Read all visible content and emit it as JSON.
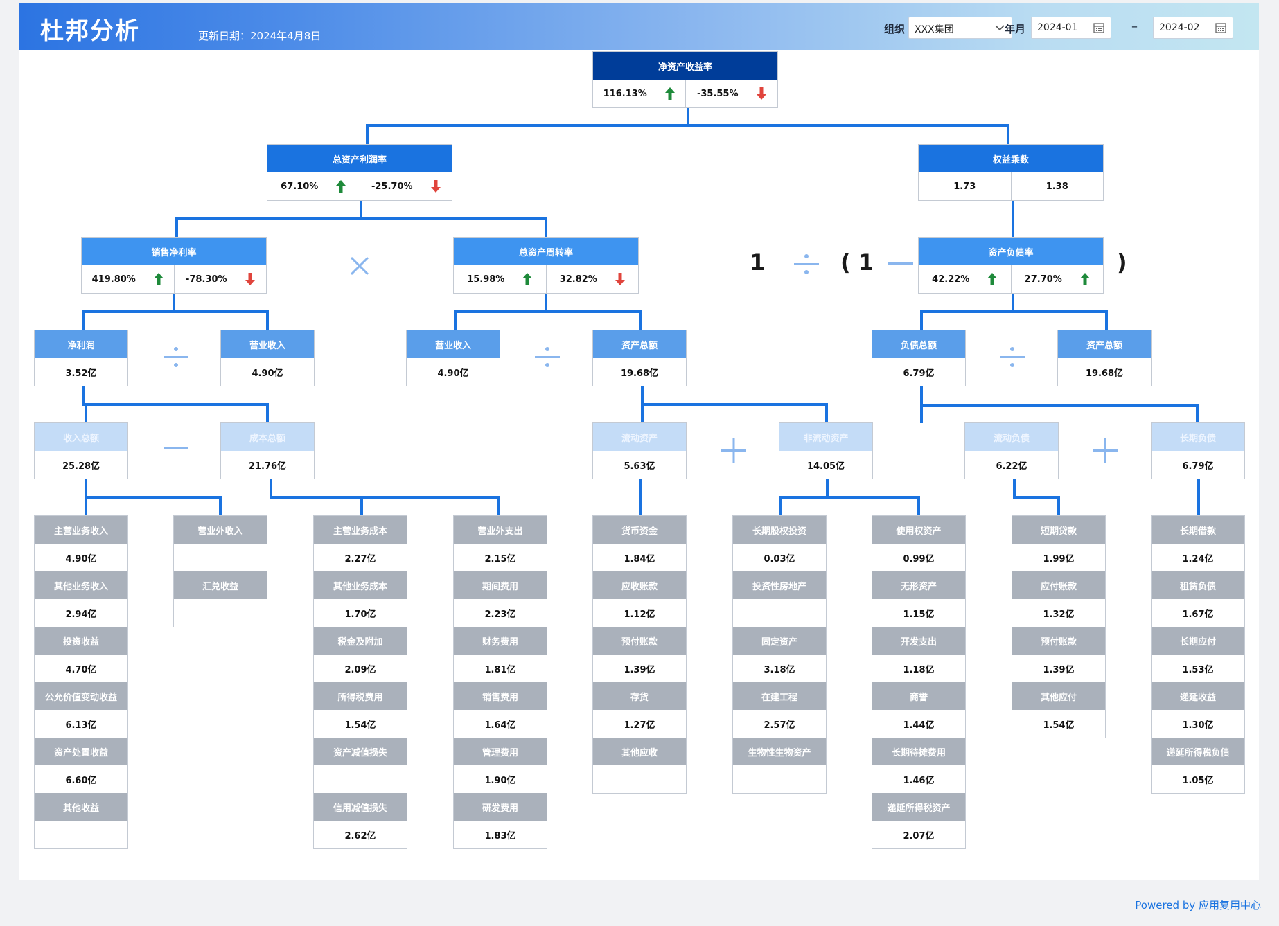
{
  "header": {
    "title": "杜邦分析",
    "update_date": "更新日期：2024年4月8日",
    "org_label": "组织",
    "org_value": "XXX集团",
    "period_label": "年月",
    "start_date": "2024-01",
    "end_date": "2024-02",
    "range_sep": "–"
  },
  "roe": {
    "title": "净资产收益率",
    "v1": "116.13%",
    "v1_dir": "up",
    "v2": "-35.55%",
    "v2_dir": "down"
  },
  "roa": {
    "title": "总资产利润率",
    "v1": "67.10%",
    "v1_dir": "up",
    "v2": "-25.70%",
    "v2_dir": "down"
  },
  "equity_multiplier": {
    "title": "权益乘数",
    "v1": "1.73",
    "v2": "1.38"
  },
  "net_margin": {
    "title": "销售净利率",
    "v1": "419.80%",
    "v1_dir": "up",
    "v2": "-78.30%",
    "v2_dir": "down"
  },
  "asset_turnover": {
    "title": "总资产周转率",
    "v1": "15.98%",
    "v1_dir": "up",
    "v2": "32.82%",
    "v2_dir": "down"
  },
  "debt_ratio": {
    "title": "资产负债率",
    "v1": "42.22%",
    "v1_dir": "up",
    "v2": "27.70%",
    "v2_dir": "up"
  },
  "formula": {
    "one": "1",
    "open": "( 1",
    "close": ")"
  },
  "net_profit": {
    "title": "净利润",
    "value": "3.52亿"
  },
  "revenue_a": {
    "title": "营业收入",
    "value": "4.90亿"
  },
  "revenue_b": {
    "title": "营业收入",
    "value": "4.90亿"
  },
  "total_assets_a": {
    "title": "资产总额",
    "value": "19.68亿"
  },
  "total_liab": {
    "title": "负债总额",
    "value": "6.79亿"
  },
  "total_assets_b": {
    "title": "资产总额",
    "value": "19.68亿"
  },
  "total_income": {
    "title": "收入总额",
    "value": "25.28亿"
  },
  "total_cost": {
    "title": "成本总额",
    "value": "21.76亿"
  },
  "current_assets": {
    "title": "流动资产",
    "value": "5.63亿"
  },
  "noncurrent_assets": {
    "title": "非流动资产",
    "value": "14.05亿"
  },
  "current_liab": {
    "title": "流动负债",
    "value": "6.22亿"
  },
  "longterm_liab": {
    "title": "长期负债",
    "value": "6.79亿"
  },
  "lists": {
    "main_income": [
      {
        "label": "主营业务收入",
        "value": "4.90亿"
      },
      {
        "label": "其他业务收入",
        "value": "2.94亿"
      },
      {
        "label": "投资收益",
        "value": "4.70亿"
      },
      {
        "label": "公允价值变动收益",
        "value": "6.13亿"
      },
      {
        "label": "资产处置收益",
        "value": "6.60亿"
      },
      {
        "label": "其他收益",
        "value": ""
      }
    ],
    "nonop_income": [
      {
        "label": "营业外收入",
        "value": ""
      },
      {
        "label": "汇兑收益",
        "value": ""
      }
    ],
    "main_cost": [
      {
        "label": "主营业务成本",
        "value": "2.27亿"
      },
      {
        "label": "其他业务成本",
        "value": "1.70亿"
      },
      {
        "label": "税金及附加",
        "value": "2.09亿"
      },
      {
        "label": "所得税费用",
        "value": "1.54亿"
      },
      {
        "label": "资产减值损失",
        "value": ""
      },
      {
        "label": "信用减值损失",
        "value": "2.62亿"
      }
    ],
    "nonop_expense": [
      {
        "label": "营业外支出",
        "value": "2.15亿"
      },
      {
        "label": "期间费用",
        "value": "2.23亿"
      },
      {
        "label": "财务费用",
        "value": "1.81亿"
      },
      {
        "label": "销售费用",
        "value": "1.64亿"
      },
      {
        "label": "管理费用",
        "value": "1.90亿"
      },
      {
        "label": "研发费用",
        "value": "1.83亿"
      }
    ],
    "cash": [
      {
        "label": "货币资金",
        "value": "1.84亿"
      },
      {
        "label": "应收账款",
        "value": "1.12亿"
      },
      {
        "label": "预付账款",
        "value": "1.39亿"
      },
      {
        "label": "存货",
        "value": "1.27亿"
      },
      {
        "label": "其他应收",
        "value": ""
      }
    ],
    "lt_equity": [
      {
        "label": "长期股权投资",
        "value": "0.03亿"
      },
      {
        "label": "投资性房地产",
        "value": ""
      },
      {
        "label": "固定资产",
        "value": "3.18亿"
      },
      {
        "label": "在建工程",
        "value": "2.57亿"
      },
      {
        "label": "生物性生物资产",
        "value": ""
      }
    ],
    "rou_assets": [
      {
        "label": "使用权资产",
        "value": "0.99亿"
      },
      {
        "label": "无形资产",
        "value": "1.15亿"
      },
      {
        "label": "开发支出",
        "value": "1.18亿"
      },
      {
        "label": "商誉",
        "value": "1.44亿"
      },
      {
        "label": "长期待摊费用",
        "value": "1.46亿"
      },
      {
        "label": "递延所得税资产",
        "value": "2.07亿"
      }
    ],
    "st_loans": [
      {
        "label": "短期贷款",
        "value": "1.99亿"
      },
      {
        "label": "应付账款",
        "value": "1.32亿"
      },
      {
        "label": "预付账款",
        "value": "1.39亿"
      },
      {
        "label": "其他应付",
        "value": "1.54亿"
      }
    ],
    "lt_loans": [
      {
        "label": "长期借款",
        "value": "1.24亿"
      },
      {
        "label": "租赁负债",
        "value": "1.67亿"
      },
      {
        "label": "长期应付",
        "value": "1.53亿"
      },
      {
        "label": "递延收益",
        "value": "1.30亿"
      },
      {
        "label": "递延所得税负债",
        "value": "1.05亿"
      }
    ]
  },
  "footer": "Powered by 应用复用中心",
  "colors": {
    "connector": "#1a73e0",
    "up_arrow": "#1e8a3a",
    "down_arrow": "#e0443c",
    "list_header": "#aab1bb"
  }
}
